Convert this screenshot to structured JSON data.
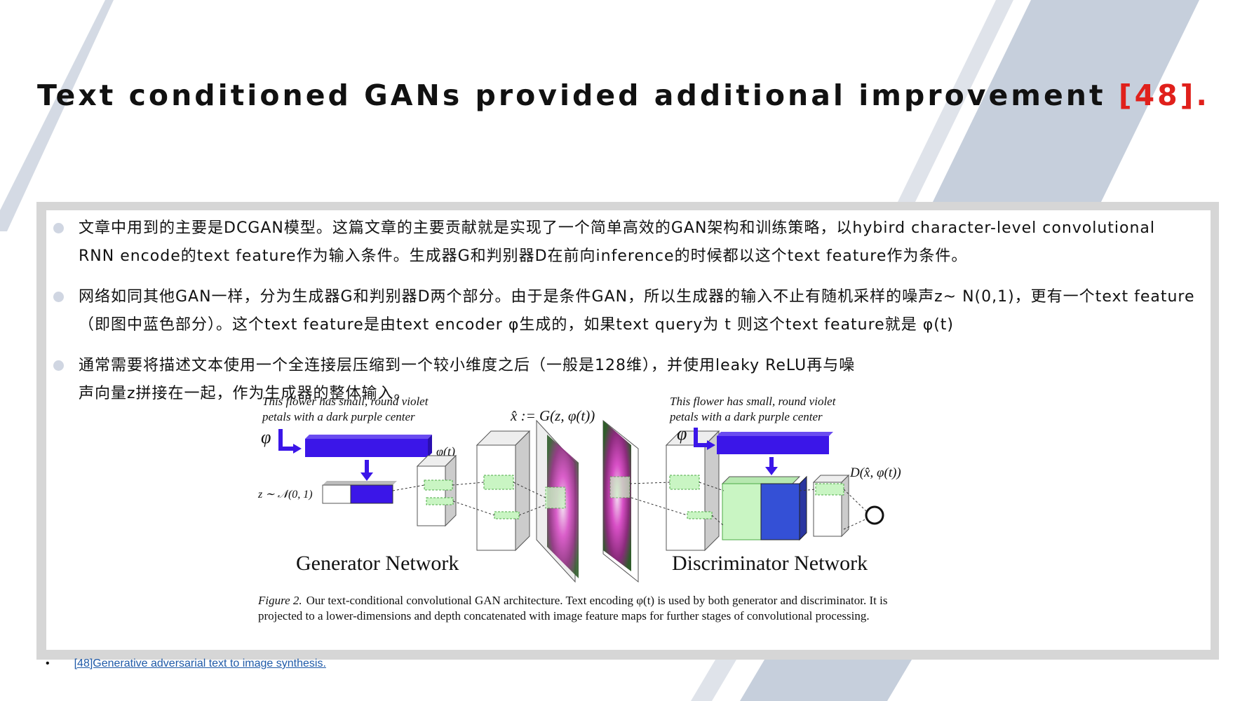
{
  "slide": {
    "title": "Text conditioned GANs provided additional improvement",
    "title_ref": "[48]",
    "title_end": "."
  },
  "bullets": [
    "文章中用到的主要是DCGAN模型。这篇文章的主要贡献就是实现了一个简单高效的GAN架构和训练策略，以hybird character-level convolutional RNN encode的text feature作为输入条件。生成器G和判别器D在前向inference的时候都以这个text feature作为条件。",
    "网络如同其他GAN一样，分为生成器G和判别器D两个部分。由于是条件GAN，所以生成器的输入不止有随机采样的噪声z~ N(0,1)，更有一个text feature（即图中蓝色部分）。这个text feature是由text encoder φ生成的，如果text query为 t 则这个text feature就是 φ(t)",
    "通常需要将描述文本使用一个全连接层压缩到一个较小维度之后（一般是128维），并使用leaky ReLU再与噪声向量z拼接在一起，作为生成器的整体输入。"
  ],
  "figure": {
    "caption_gen": "This flower has small, round violet",
    "caption_gen_2": "petals with a dark purple center",
    "caption_disc": "This flower has small, round violet",
    "caption_disc_2": "petals with a dark purple center",
    "phi": "φ",
    "phi_t": "φ(t)",
    "z_label": "z ∼ 𝒩(0, 1)",
    "gen_output": "x̂ := G(z, φ(t))",
    "disc_output": "D(x̂, φ(t))",
    "gen_network": "Generator Network",
    "disc_network": "Discriminator Network",
    "figure_caption_prefix": "Figure 2.",
    "figure_caption_line1": "Our text-conditional convolutional GAN architecture.  Text encoding φ(t) is used by both generator and discriminator.  It is",
    "figure_caption_line2": "projected to a lower-dimensions and depth concatenated with image feature maps for further stages of convolutional processing."
  },
  "footnote": {
    "bullet": "•",
    "link_text": "[48]Generative adversarial text to image synthesis."
  },
  "colors": {
    "title_ref": "#e0201b",
    "text_feature_blue": "#3b16e8",
    "feature_green": "#c9f5c3",
    "stripe_gray": "#c6cfdc",
    "link": "#1f5aa8"
  }
}
